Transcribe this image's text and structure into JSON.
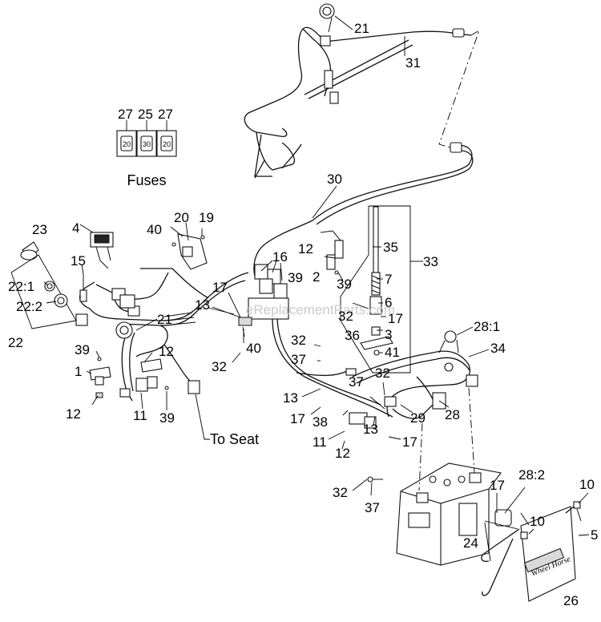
{
  "watermark": "eReplacementParts.com",
  "labels": {
    "fuses": "Fuses",
    "to_seat": "To Seat",
    "fuse_rating_a": "20",
    "fuse_rating_b": "30",
    "fuse_rating_c": "20",
    "decal_brand": "Wheel Horse"
  },
  "callouts": [
    "21",
    "31",
    "27",
    "25",
    "27",
    "30",
    "33",
    "35",
    "7",
    "6",
    "17",
    "3",
    "41",
    "36",
    "32",
    "12",
    "2",
    "39",
    "16",
    "39",
    "17",
    "13",
    "40",
    "32",
    "23",
    "4",
    "40",
    "20",
    "19",
    "15",
    "22:1",
    "22:2",
    "22",
    "21",
    "39",
    "12",
    "1",
    "12",
    "11",
    "39",
    "32",
    "37",
    "13",
    "17",
    "38",
    "11",
    "12",
    "37",
    "32",
    "13",
    "17",
    "29",
    "28",
    "28:1",
    "34",
    "32",
    "37",
    "17",
    "28:2",
    "10",
    "10",
    "5",
    "24",
    "26"
  ]
}
